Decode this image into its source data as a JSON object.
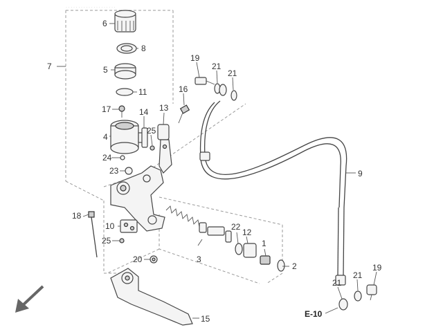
{
  "callouts": {
    "c1": "1",
    "c2": "2",
    "c3": "3",
    "c4": "4",
    "c5": "5",
    "c6": "6",
    "c7": "7",
    "c8": "8",
    "c9": "9",
    "c10": "10",
    "c11": "11",
    "c12": "12",
    "c13": "13",
    "c14": "14",
    "c15": "15",
    "c16": "16",
    "c17": "17",
    "c18": "18",
    "c19a": "19",
    "c19b": "19",
    "c20": "20",
    "c21a": "21",
    "c21b": "21",
    "c21c": "21",
    "c21d": "21",
    "c22": "22",
    "c23": "23",
    "c24": "24",
    "c25a": "25",
    "c25b": "25"
  },
  "reference": "E-10",
  "header_text": "· · · · · · · · · · · · · · · · · · · ·",
  "colors": {
    "ink": "#333333",
    "line": "#555555",
    "dashed": "#9a9a9a",
    "fill": "#f4f4f4",
    "arrow": "#666666"
  },
  "icons": {
    "direction_arrow": "arrow-down-left-icon"
  }
}
